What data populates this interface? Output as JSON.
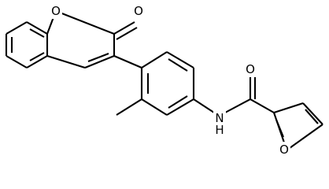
{
  "structure": {
    "atom_labels": {
      "ring_oxygen": "O",
      "carbonyl_oxygen": "O",
      "amide_oxygen": "O",
      "amide_nitrogen": "N",
      "amide_hydrogen": "H",
      "furan_oxygen": "O"
    }
  },
  "colors": {
    "bond": "#000000",
    "label": "#000000",
    "background": "#ffffff"
  }
}
